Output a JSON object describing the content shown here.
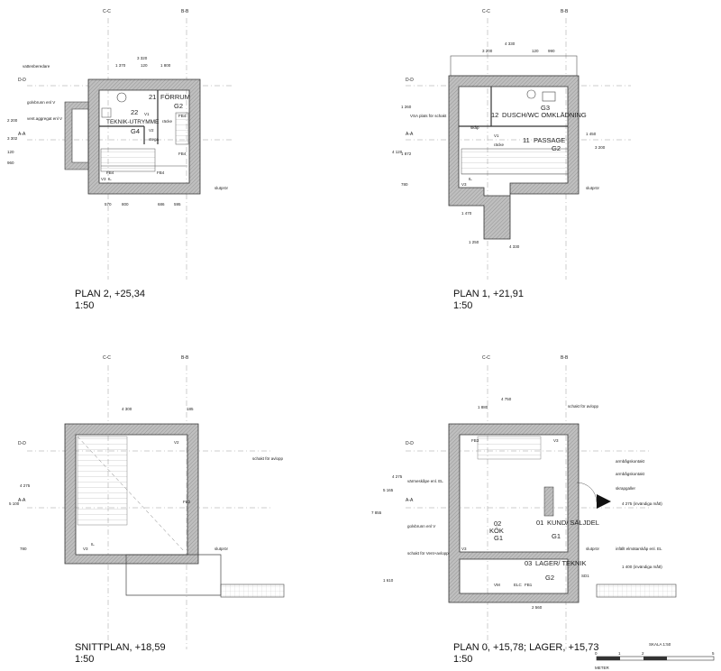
{
  "plans": {
    "plan2": {
      "title": "PLAN 2, +25,34",
      "scale": "1:50",
      "rooms": [
        {
          "num": "21",
          "name": "FÖRRUM",
          "code": "G2"
        },
        {
          "num": "22",
          "name": "TEKNIK-UTRYMME",
          "code": "G4"
        }
      ],
      "labels": [
        "vattenberedare",
        "golvbrunn enl V",
        "vent.aggregat enl V",
        "stega",
        "räcke",
        "FB4",
        "FB4",
        "FB4",
        "FB4",
        "V1",
        "V2",
        "V3",
        "IL",
        "slutprör"
      ],
      "dims_top": [
        "3 320",
        "1 370",
        "120",
        "1 800"
      ],
      "dims_left": [
        "3 302",
        "2 200",
        "960",
        "120"
      ],
      "dims_bottom": [
        "570",
        "800",
        "686",
        "595"
      ]
    },
    "plan1": {
      "title": "PLAN 1, +21,91",
      "scale": "1:50",
      "rooms": [
        {
          "num": "12",
          "name": "DUSCH/WC OMKLÄDNING",
          "code": "G3"
        },
        {
          "num": "11",
          "name": "PASSAGE",
          "code": "G2"
        }
      ],
      "labels": [
        "VSA plats för schakt",
        "räcke",
        "skåp",
        "V1",
        "V3",
        "IL",
        "slutprör"
      ],
      "dims_top": [
        "4 330",
        "3 200",
        "120",
        "990"
      ],
      "dims_left": [
        "4 120",
        "1 260",
        "1 872",
        "780"
      ],
      "dims_right": [
        "1 450",
        "3 200"
      ],
      "dims_bottom": [
        "1 470",
        "1 250",
        "4 330"
      ]
    },
    "snitt": {
      "title": "SNITTPLAN, +18,59",
      "scale": "1:50",
      "labels": [
        "schakt för avlopp",
        "V2",
        "V3",
        "IL",
        "FB2",
        "slutprör"
      ],
      "dims_top": [
        "4 300",
        "185"
      ],
      "dims_left": [
        "5 100",
        "4 275",
        "780"
      ]
    },
    "plan0": {
      "title": "PLAN 0, +15,78; LAGER, +15,73",
      "scale": "1:50",
      "rooms": [
        {
          "num": "01",
          "name": "KUND/ SÄLJDEL",
          "code": "G1"
        },
        {
          "num": "02",
          "name": "KÖK",
          "code": "G1"
        },
        {
          "num": "03",
          "name": "LAGER/ TEKNIK",
          "code": "G2"
        }
      ],
      "labels": [
        "schakt för avlopp",
        "värmeskåpe enl. EL",
        "golvbrunn enl V",
        "schakt för Vent+avlopp",
        "armbågskontakt",
        "armbågskontakt",
        "skrapgaller",
        "infällt elmätarskåp enl. EL",
        "FB3",
        "V3",
        "VM",
        "ELC",
        "FB1",
        "SD1",
        "slutprör",
        "V3"
      ],
      "dims_top": [
        "4 750",
        "1 880"
      ],
      "dims_left": [
        "7 855",
        "5 165",
        "4 275",
        "1 610"
      ],
      "dims_right": [
        "4 275 (invändiga mått)",
        "1 400 (invändiga mått)"
      ],
      "dims_bottom": [
        "2 560"
      ],
      "scale_bar": {
        "label": "SKALA 1:50",
        "unit": "METER",
        "ticks": [
          "0",
          "1",
          "2",
          "5"
        ]
      }
    }
  },
  "section_marks": {
    "aa": "A-A",
    "bb": "B-B",
    "cc": "C-C",
    "dd": "D-D"
  }
}
